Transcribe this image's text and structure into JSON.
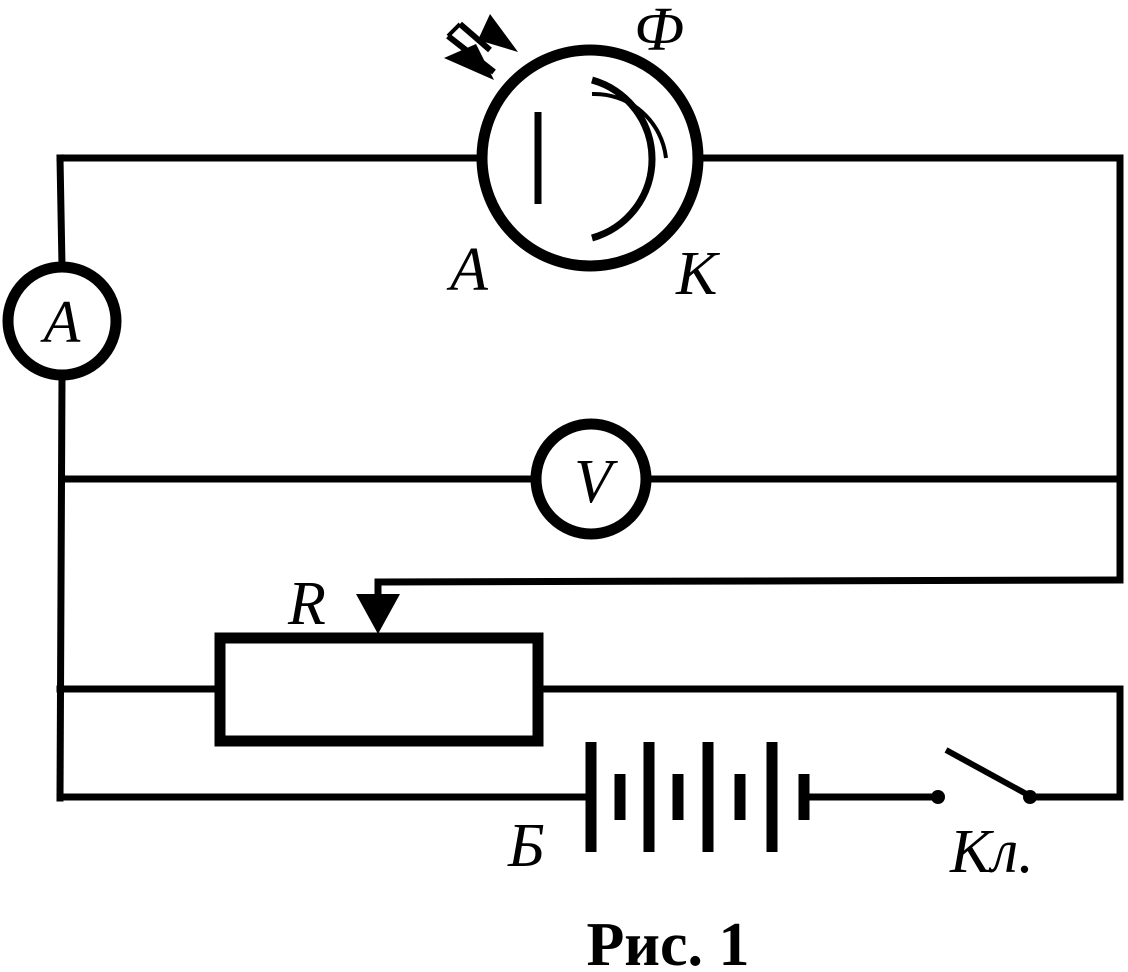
{
  "figure": {
    "caption": "Рис. 1"
  },
  "labels": {
    "photocell": "Ф",
    "anode": "А",
    "cathode": "К",
    "ammeter": "А",
    "voltmeter": "V",
    "rheostat": "R",
    "battery": "Б",
    "key": "Кл."
  }
}
